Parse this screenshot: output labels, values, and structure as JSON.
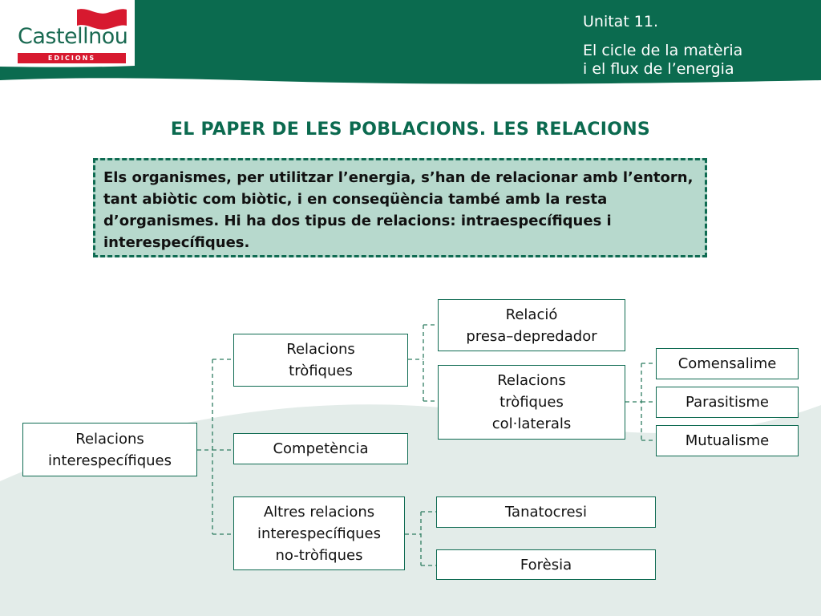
{
  "header": {
    "logo_text": "Castellnou",
    "logo_subtext": "EDICIONS",
    "unit_line1": "Unitat 11.",
    "unit_line2": "El cicle de la matèria",
    "unit_line3": "i el flux de l’energia"
  },
  "title": "EL PAPER DE LES POBLACIONS. LES RELACIONS",
  "intro": "Els organismes, per utilitzar l’energia, s’han de relacionar amb l’entorn, tant abiòtic com biòtic, i en conseqüència també amb la resta d’organismes. Hi ha dos tipus de relacions: intraespecífiques i interespecífiques.",
  "diagram": {
    "root": "Relacions\ninterespecífiques",
    "trophic": "Relacions\ntròfiques",
    "competition": "Competència",
    "other": "Altres relacions\ninterespecífiques\nno-tròfiques",
    "predator": "Relació\npresa–depredador",
    "collateral": "Relacions\ntròfiques\ncol·laterals",
    "commensalism": "Comensalime",
    "parasitism": "Parasitisme",
    "mutualism": "Mutualisme",
    "thanatocresis": "Tanatocresi",
    "phoresy": "Forèsia"
  },
  "colors": {
    "header_green": "#0b6b4f",
    "accent_red": "#d7192f",
    "intro_fill": "#b7d9cd",
    "swoosh": "#e3ece9"
  }
}
